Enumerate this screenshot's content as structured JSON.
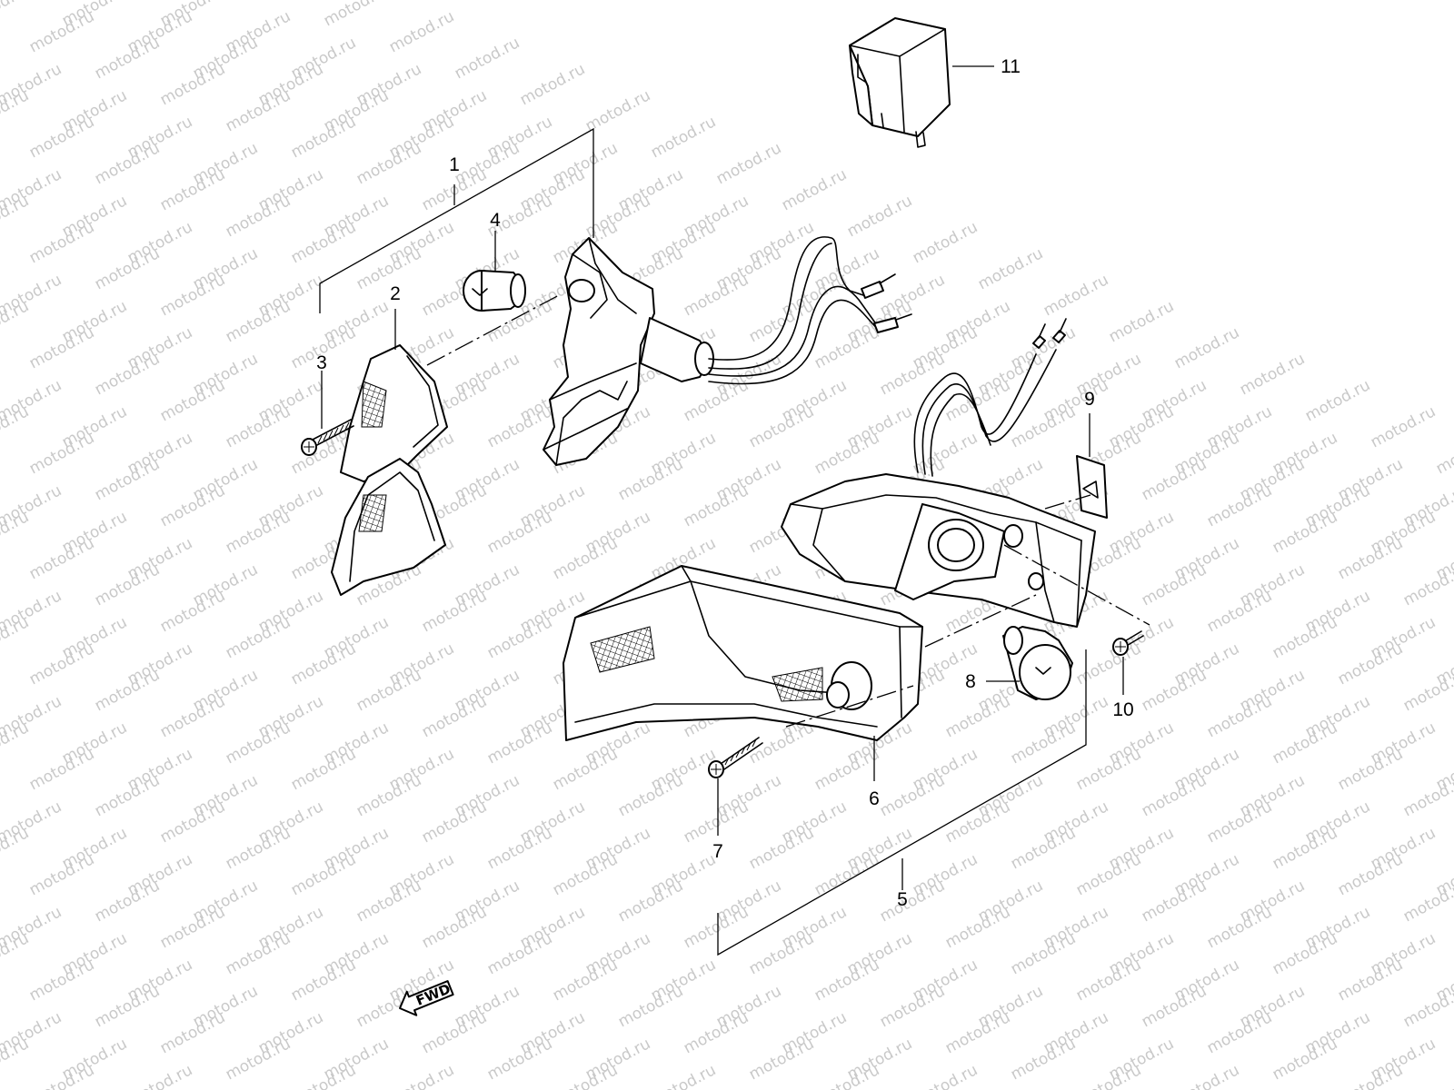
{
  "watermark": {
    "text": "motod.ru"
  },
  "callouts": [
    {
      "id": "1",
      "label": "1"
    },
    {
      "id": "2",
      "label": "2"
    },
    {
      "id": "3",
      "label": "3"
    },
    {
      "id": "4",
      "label": "4"
    },
    {
      "id": "5",
      "label": "5"
    },
    {
      "id": "6",
      "label": "6"
    },
    {
      "id": "7",
      "label": "7"
    },
    {
      "id": "8",
      "label": "8"
    },
    {
      "id": "9",
      "label": "9"
    },
    {
      "id": "10",
      "label": "10"
    },
    {
      "id": "11",
      "label": "11"
    }
  ],
  "direction_marker": {
    "label": "FWD",
    "icon": "arrow-left-down-icon"
  },
  "colors": {
    "line": "#000000",
    "background": "#ffffff",
    "watermark": "#c9c9c9"
  }
}
